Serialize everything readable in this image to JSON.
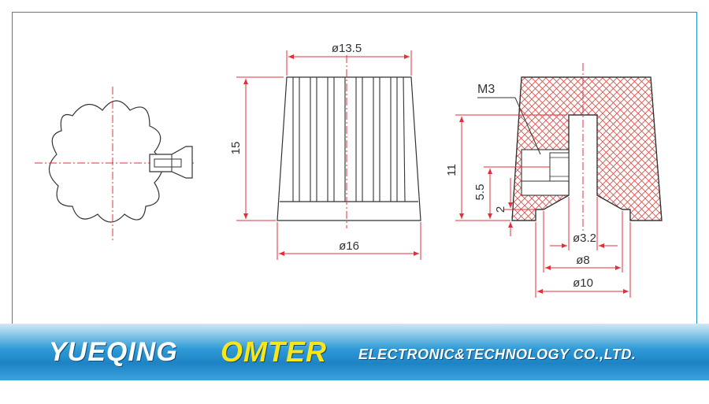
{
  "dimensions": {
    "top_dia": "ø13.5",
    "height": "15",
    "base_dia": "ø16",
    "thread": "M3",
    "depth": "11",
    "screw_height": "5.5",
    "base_step": "2",
    "bore": "ø3.2",
    "recess_inner": "ø8",
    "recess_outer": "ø10"
  },
  "banner": {
    "company_first": "YUEQING",
    "company_brand": "OMTER",
    "company_rest": "ELECTRONIC&TECHNOLOGY  CO.,LTD."
  },
  "colors": {
    "outline": "#333333",
    "dimension": "#e0303a",
    "hatch": "#d9534f",
    "frame": "#1e8fc8",
    "brand": "#f6e61b"
  }
}
